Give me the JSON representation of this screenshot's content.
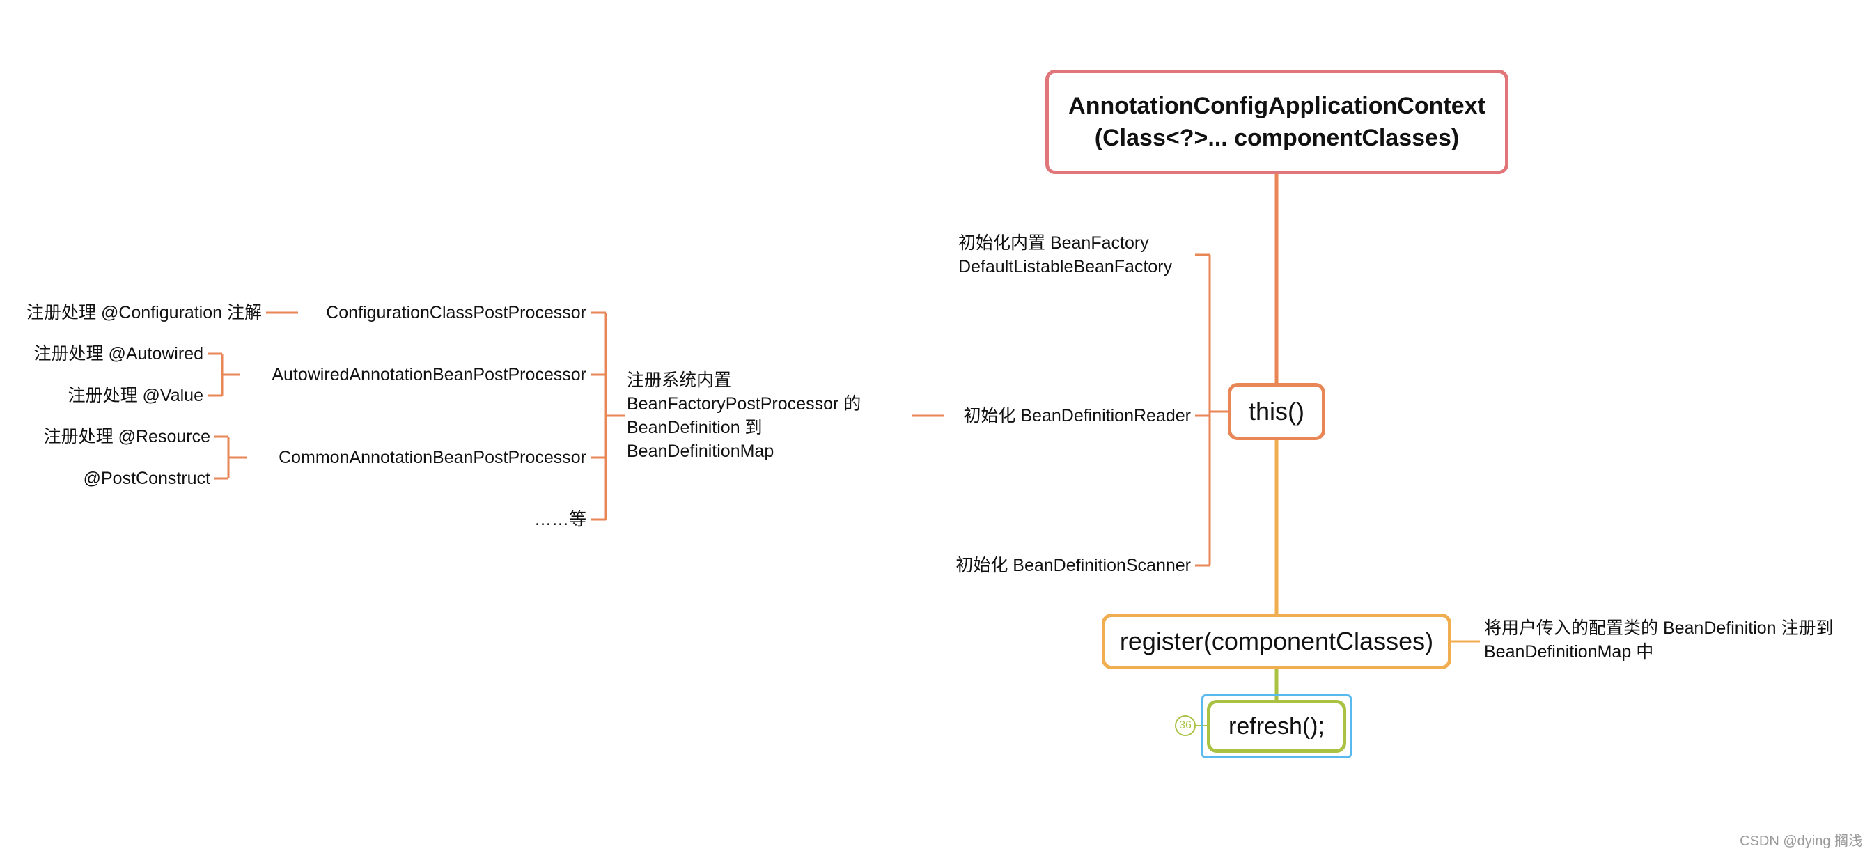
{
  "colors": {
    "root_border": "#e0767a",
    "this_border": "#e98656",
    "register_border": "#f0ae50",
    "refresh_border": "#a9c244",
    "selection_border": "#58b9ee",
    "branch_line": "#e98656"
  },
  "root": {
    "line1": "AnnotationConfigApplicationContext",
    "line2": "(Class<?>... componentClasses)"
  },
  "this_node": {
    "label": "this()"
  },
  "this_children": {
    "bean_factory": {
      "line1": "初始化内置 BeanFactory",
      "line2": "DefaultListableBeanFactory"
    },
    "reader": {
      "label": "初始化 BeanDefinitionReader"
    },
    "scanner": {
      "label": "初始化 BeanDefinitionScanner"
    }
  },
  "reader_child": {
    "line1": "注册系统内置",
    "line2": "BeanFactoryPostProcessor 的",
    "line3": "BeanDefinition 到",
    "line4": "BeanDefinitionMap"
  },
  "processors": {
    "config": {
      "label": "ConfigurationClassPostProcessor",
      "note": "注册处理 @Configuration 注解"
    },
    "autowired": {
      "label": "AutowiredAnnotationBeanPostProcessor",
      "notes": [
        "注册处理 @Autowired",
        "注册处理 @Value"
      ]
    },
    "common": {
      "label": "CommonAnnotationBeanPostProcessor",
      "notes": [
        "注册处理 @Resource",
        "@PostConstruct"
      ]
    },
    "etc": {
      "label": "……等"
    }
  },
  "register_node": {
    "label": "register(componentClasses)",
    "note_line1": "将用户传入的配置类的 BeanDefinition 注册到",
    "note_line2": "BeanDefinitionMap 中"
  },
  "refresh_node": {
    "label": "refresh();",
    "badge": "36"
  },
  "watermark": "CSDN @dying 搁浅"
}
